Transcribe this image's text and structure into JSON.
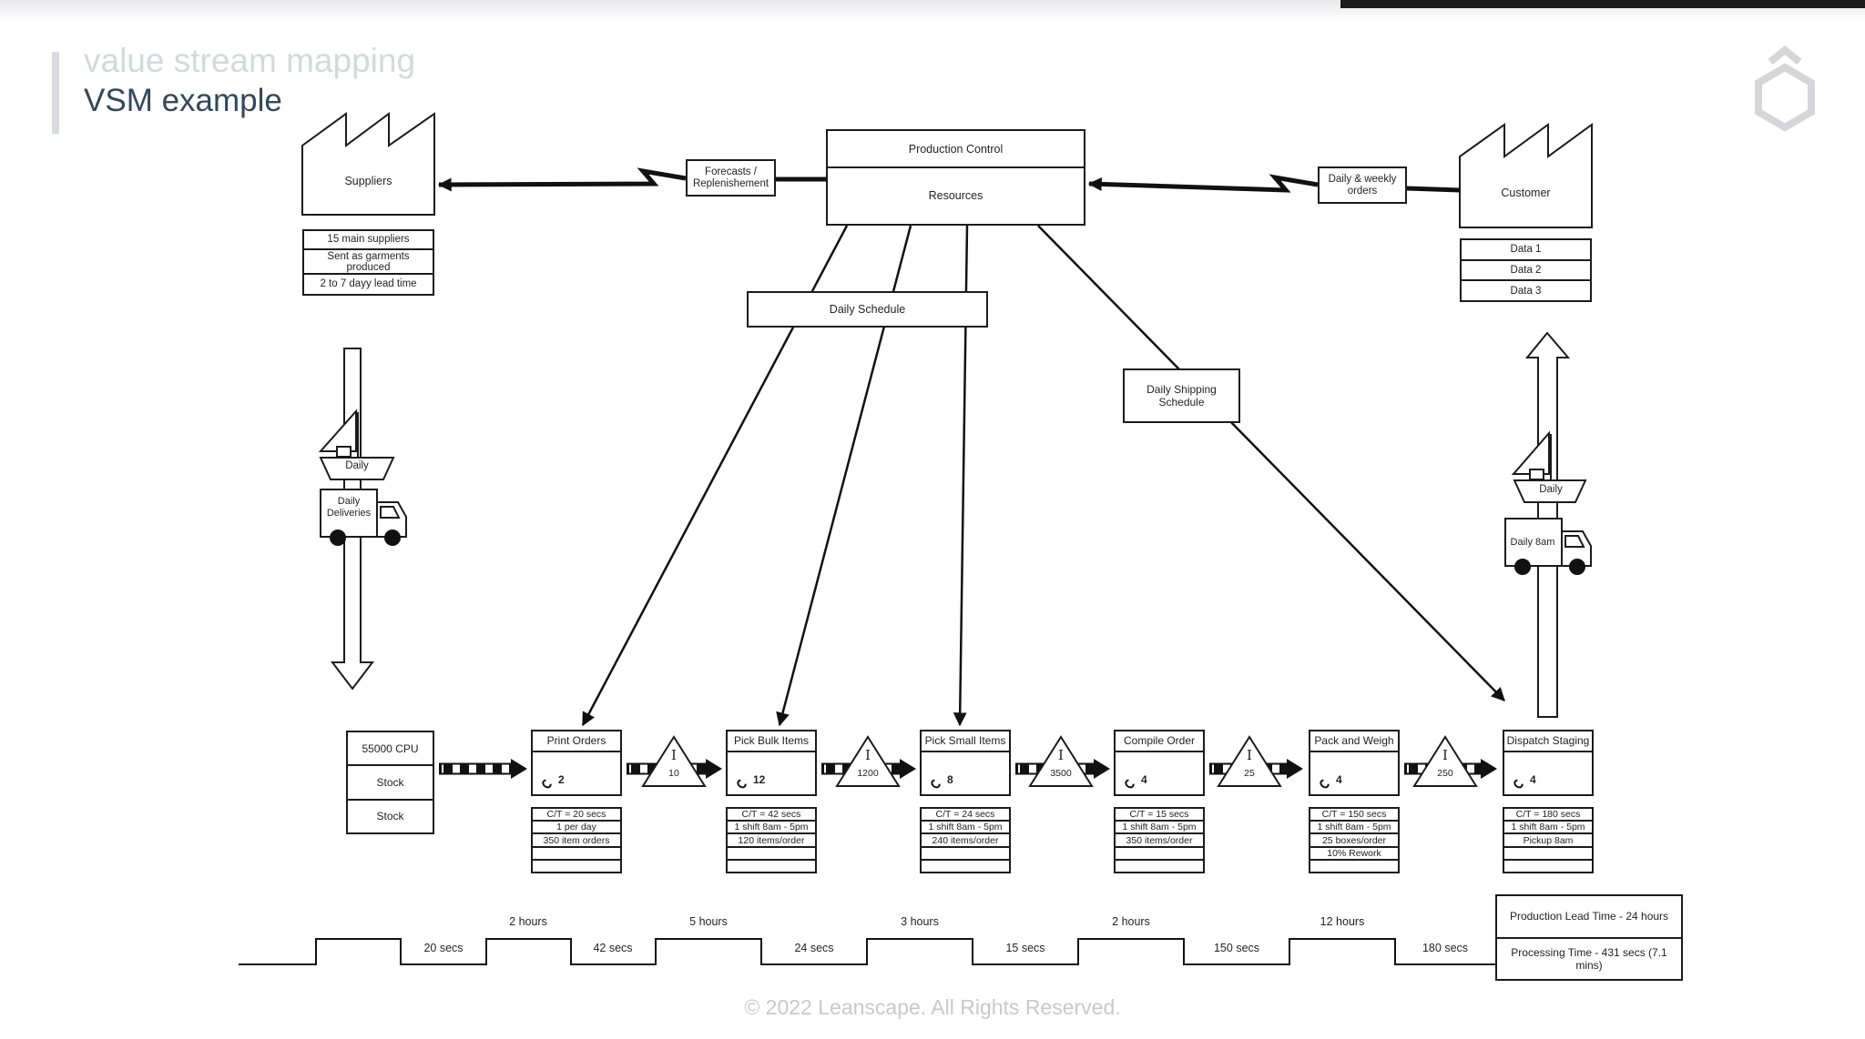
{
  "header": {
    "subtitle": "value stream mapping",
    "title": "VSM example"
  },
  "colors": {
    "title": "#33485b",
    "muted": "#d6d9db",
    "footer": "#c9c9cd",
    "line": "#1b1b1b"
  },
  "suppliers": {
    "label": "Suppliers",
    "rows": [
      "15 main suppliers",
      "Sent as garments produced",
      "2 to 7 dayy lead time"
    ]
  },
  "production_control": {
    "title": "Production Control",
    "resources": "Resources"
  },
  "forecasts": {
    "label": "Forecasts / Replenishement"
  },
  "orders": {
    "label": "Daily & weekly orders"
  },
  "customer": {
    "label": "Customer",
    "rows": [
      "Data 1",
      "Data 2",
      "Data 3"
    ]
  },
  "daily_schedule": {
    "label": "Daily Schedule"
  },
  "daily_shipping_schedule": {
    "label": "Daily Shipping Schedule"
  },
  "left_shipment": {
    "ship": "Daily",
    "truck": "Daily Deliveries"
  },
  "right_shipment": {
    "ship": "Daily",
    "truck": "Daily 8am"
  },
  "stock": {
    "rows": [
      "55000 CPU",
      "Stock",
      "Stock"
    ]
  },
  "processes": [
    {
      "label": "Print Orders",
      "operators": "2",
      "data": [
        "C/T = 20 secs",
        "1 per day",
        "350 item orders",
        "",
        ""
      ]
    },
    {
      "label": "Pick Bulk Items",
      "operators": "12",
      "data": [
        "C/T = 42 secs",
        "1 shift 8am - 5pm",
        "120 items/order",
        "",
        ""
      ]
    },
    {
      "label": "Pick Small Items",
      "operators": "8",
      "data": [
        "C/T = 24 secs",
        "1 shift 8am - 5pm",
        "240 items/order",
        "",
        ""
      ]
    },
    {
      "label": "Compile Order",
      "operators": "4",
      "data": [
        "C/T = 15 secs",
        "1 shift 8am - 5pm",
        "350 items/order",
        "",
        ""
      ]
    },
    {
      "label": "Pack and Weigh",
      "operators": "4",
      "data": [
        "C/T = 150 secs",
        "1 shift 8am - 5pm",
        "25 boxes/order",
        "10% Rework",
        ""
      ]
    },
    {
      "label": "Dispatch Staging",
      "operators": "4",
      "data": [
        "C/T = 180 secs",
        "1 shift 8am - 5pm",
        "Pickup 8am",
        "",
        ""
      ]
    }
  ],
  "inventory": {
    "symbol": "I",
    "values": [
      "10",
      "1200",
      "3500",
      "25",
      "250"
    ]
  },
  "timeline": {
    "high_labels": [
      "2 hours",
      "5 hours",
      "3 hours",
      "2 hours",
      "12 hours"
    ],
    "low_labels": [
      "20 secs",
      "42 secs",
      "24 secs",
      "15 secs",
      "150 secs",
      "180 secs"
    ],
    "lead_time": "Production Lead Time - 24 hours",
    "processing_time": "Processing Time - 431 secs (7.1 mins)"
  },
  "footer": {
    "copyright": "© 2022 Leanscape. All Rights Reserved."
  }
}
